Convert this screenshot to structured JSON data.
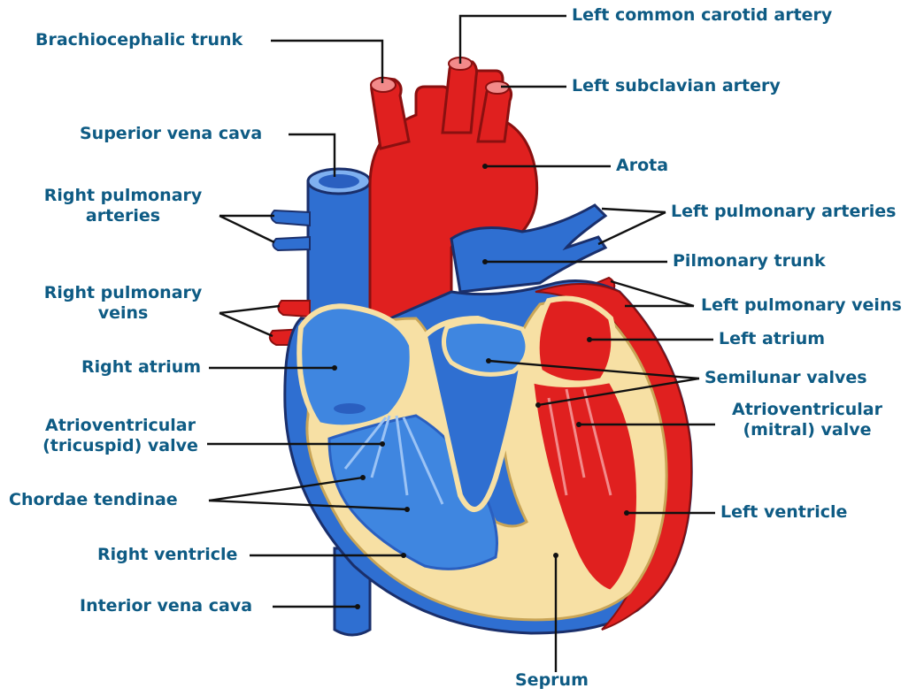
{
  "colors": {
    "label_text": "#0e5b84",
    "leader_line": "#111111",
    "deoxygenated_blue": "#2f6fd1",
    "oxygenated_red": "#e0201f",
    "myocardium_yellow": "#f7e0a4",
    "dark_outline": "#1a2f6b"
  },
  "labels": {
    "brachiocephalic_trunk": "Brachiocephalic trunk",
    "left_common_carotid_artery": "Left common carotid artery",
    "left_subclavian_artery": "Left subclavian artery",
    "superior_vena_cava": "Superior vena cava",
    "arota": "Arota",
    "right_pulmonary_arteries_1": "Right pulmonary",
    "right_pulmonary_arteries_2": "arteries",
    "left_pulmonary_arteries": "Left pulmonary arteries",
    "pilmonary_trunk": "Pilmonary trunk",
    "right_pulmonary_veins_1": "Right pulmonary",
    "right_pulmonary_veins_2": "veins",
    "left_pulmonary_veins": "Left pulmonary veins",
    "left_atrium": "Left atrium",
    "right_atrium": "Right atrium",
    "semilunar_valves": "Semilunar valves",
    "av_tricuspid_1": "Atrioventricular",
    "av_tricuspid_2": "(tricuspid) valve",
    "av_mitral_1": "Atrioventricular",
    "av_mitral_2": "(mitral) valve",
    "chordae_tendinae": "Chordae tendinae",
    "left_ventricle": "Left ventricle",
    "right_ventricle": "Right ventricle",
    "interior_vena_cava": "Interior vena cava",
    "seprum": "Seprum"
  }
}
